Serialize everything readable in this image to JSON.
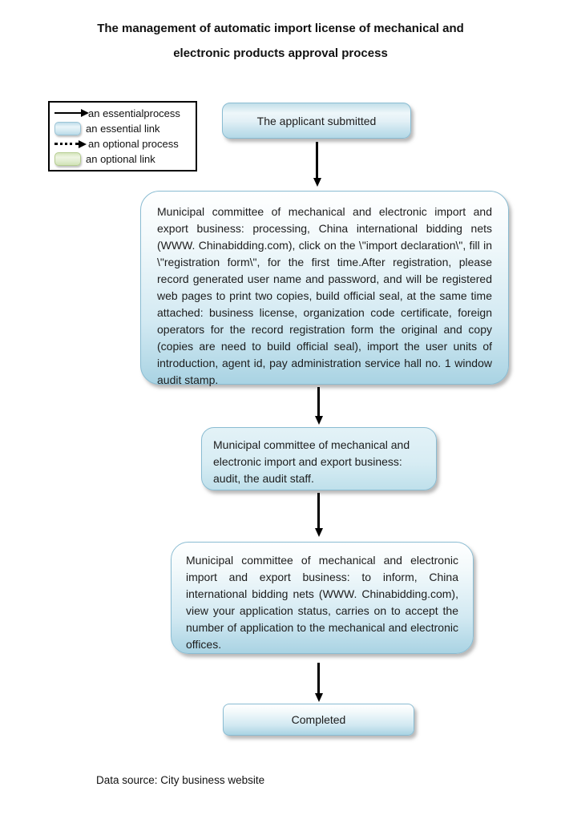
{
  "title": {
    "line1": "The management of automatic import license of mechanical and",
    "line2": "electronic products approval process"
  },
  "legend": {
    "items": [
      {
        "swatch": "solid-arrow-icon",
        "label": "an essentialprocess"
      },
      {
        "swatch": "essential-link-swatch",
        "label": "an essential link"
      },
      {
        "swatch": "dotted-arrow-icon",
        "label": "an optional process"
      },
      {
        "swatch": "optional-link-swatch",
        "label": "an optional link"
      }
    ]
  },
  "flow": {
    "steps": [
      {
        "id": "start",
        "text": "The applicant submitted"
      },
      {
        "id": "processing",
        "text": "Municipal committee of mechanical and electronic import and export business: processing, China international bidding nets (WWW. Chinabidding.com), click on the \\\"import declaration\\\", fill in \\\"registration form\\\", for the first time.After registration, please record generated user name and password, and will be registered web pages to print two copies, build official seal, at the same time attached: business license, organization code certificate, foreign operators for the record registration form the original and copy (copies are need to build official seal), import the user units of introduction, agent id, pay administration service hall no. 1 window audit stamp."
      },
      {
        "id": "audit",
        "text": "Municipal committee of mechanical and electronic import and export business: audit, the audit staff."
      },
      {
        "id": "inform",
        "text": "Municipal committee of mechanical and electronic import and export business: to inform, China international bidding nets (WWW. Chinabidding.com), view your application status, carries on to accept the number of application to the mechanical and electronic offices."
      },
      {
        "id": "completed",
        "text": "Completed"
      }
    ]
  },
  "footer": {
    "data_source": "Data source: City business website"
  },
  "colors": {
    "essential_fill_bottom": "#aad4e4",
    "essential_border": "#8abcd2",
    "optional_fill": "#d8e6c0",
    "optional_border": "#b6cd92",
    "arrow": "#000000",
    "legend_border": "#000000"
  }
}
